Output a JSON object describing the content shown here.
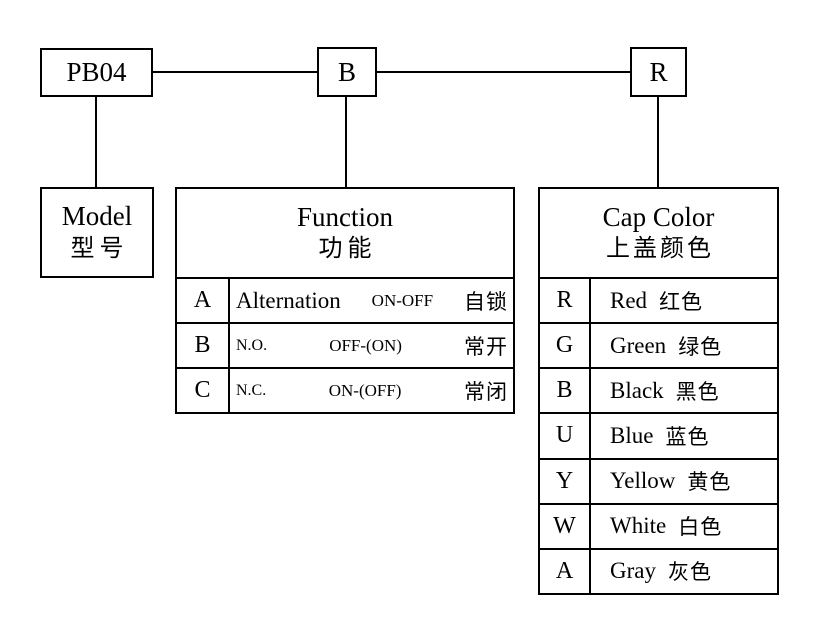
{
  "colors": {
    "line": "#000000",
    "background": "#ffffff"
  },
  "code_boxes": {
    "model_code": "PB04",
    "function_code": "B",
    "color_code": "R"
  },
  "model": {
    "title_en": "Model",
    "title_zh": "型号"
  },
  "function_table": {
    "title_en": "Function",
    "title_zh": "功能",
    "rows": [
      {
        "code": "A",
        "text_en": "Alternation",
        "text_mid": "ON-OFF",
        "text_zh": "自锁"
      },
      {
        "code": "B",
        "text_en": "N.O.",
        "text_mid": "OFF-(ON)",
        "text_zh": "常开"
      },
      {
        "code": "C",
        "text_en": "N.C.",
        "text_mid": "ON-(OFF)",
        "text_zh": "常闭"
      }
    ]
  },
  "cap_color_table": {
    "title_en": "Cap Color",
    "title_zh": "上盖颜色",
    "rows": [
      {
        "code": "R",
        "name_en": "Red",
        "name_zh": "红色"
      },
      {
        "code": "G",
        "name_en": "Green",
        "name_zh": "绿色"
      },
      {
        "code": "B",
        "name_en": "Black",
        "name_zh": "黑色"
      },
      {
        "code": "U",
        "name_en": "Blue",
        "name_zh": "蓝色"
      },
      {
        "code": "Y",
        "name_en": "Yellow",
        "name_zh": "黄色"
      },
      {
        "code": "W",
        "name_en": "White",
        "name_zh": "白色"
      },
      {
        "code": "A",
        "name_en": "Gray",
        "name_zh": "灰色"
      }
    ]
  }
}
